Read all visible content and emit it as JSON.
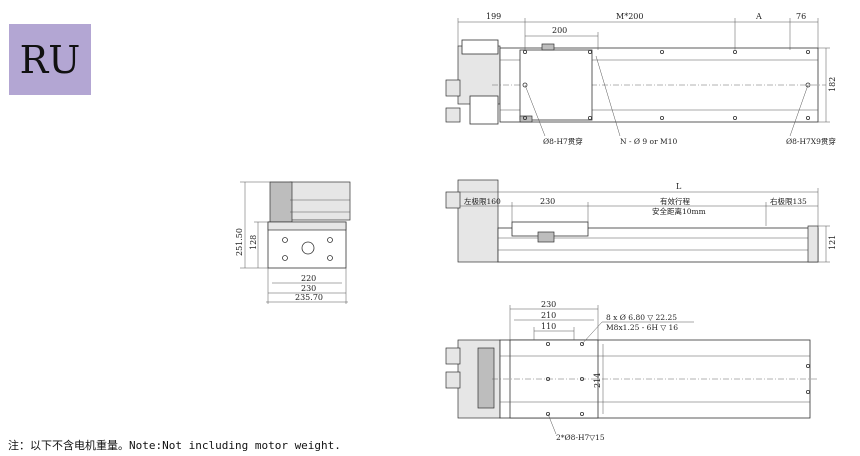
{
  "badge": {
    "text": "RU",
    "color": "#b3a6d3"
  },
  "note": "注：以下不含电机重量。Note:Not including motor weight.",
  "top_view": {
    "dims": {
      "d199": "199",
      "d200": "200",
      "m200": "M*200",
      "a": "A",
      "d76": "76",
      "d182": "182"
    },
    "callouts": {
      "hole_left": "Ø8-H7贯穿",
      "hole_mid": "N - Ø 9 or M10",
      "hole_right": "Ø8-H7X9贯穿"
    }
  },
  "side_view": {
    "dims": {
      "l": "L",
      "d230": "230"
    },
    "labels": {
      "left_limit": "左极限160",
      "stroke": "有效行程",
      "safety": "安全距离10mm",
      "right_limit": "右极限135",
      "d121": "121"
    }
  },
  "end_view": {
    "dims": {
      "h251": "251.50",
      "h128": "128",
      "w220": "220",
      "w230": "230",
      "w235": "235.70"
    }
  },
  "bottom_view": {
    "dims": {
      "d230": "230",
      "d210": "210",
      "d110": "110",
      "d214": "214"
    },
    "callouts": {
      "holes_line1": "8 x Ø 6.80 ▽ 22.25",
      "holes_line2": "M8x1.25 - 6H ▽ 16",
      "pin": "2*Ø8-H7▽15"
    }
  }
}
